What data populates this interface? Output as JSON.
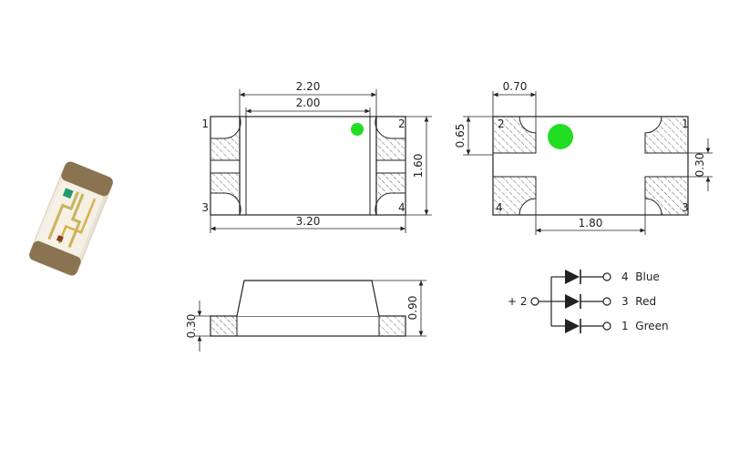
{
  "top_view": {
    "dim_outer_width": "2.20",
    "dim_inner_width": "2.00",
    "dim_length": "3.20",
    "dim_height": "1.60",
    "pins": {
      "top_left": "1",
      "top_right": "2",
      "bottom_left": "3",
      "bottom_right": "4"
    }
  },
  "bottom_view": {
    "dim_pad_width": "0.70",
    "dim_pad_height": "0.65",
    "dim_pad_spacing": "1.80",
    "dim_gap": "0.30",
    "pins": {
      "top_left": "2",
      "top_right": "1",
      "bottom_left": "4",
      "bottom_right": "3"
    }
  },
  "side_view": {
    "dim_base": "0.30",
    "dim_total": "0.90"
  },
  "schematic": {
    "common_label": "+ 2",
    "outputs": [
      {
        "label": "4  Blue"
      },
      {
        "label": "3  Red"
      },
      {
        "label": "1  Green"
      }
    ]
  },
  "colors": {
    "indicator_dot": "#22dd22",
    "line": "#222222",
    "photo_body": "#f3ece2",
    "photo_pad": "#8a7350"
  },
  "icons": [
    "led-photo",
    "diode-symbol",
    "hatch-pad"
  ]
}
